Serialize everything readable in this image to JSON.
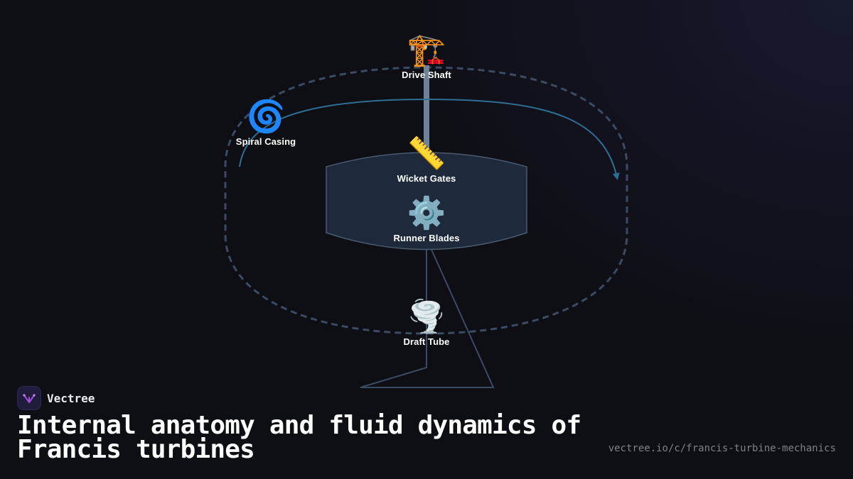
{
  "diagram": {
    "nodes": [
      {
        "id": "drive-shaft",
        "icon": "crane-icon",
        "glyph": "🏗️",
        "label": "Drive Shaft"
      },
      {
        "id": "spiral-casing",
        "icon": "cyclone-icon",
        "glyph": "🌀",
        "label": "Spiral Casing"
      },
      {
        "id": "wicket-gates",
        "icon": "ruler-icon",
        "glyph": "📏",
        "label": "Wicket Gates"
      },
      {
        "id": "runner-blades",
        "icon": "gear-icon",
        "glyph": "⚙️",
        "label": "Runner Blades"
      },
      {
        "id": "draft-tube",
        "icon": "tornado-icon",
        "glyph": "🌪️",
        "label": "Draft Tube"
      }
    ],
    "colors": {
      "dashed_outline": "#3a4b63",
      "runner_body": "#1e2a3b",
      "runner_stroke": "#4a5a70",
      "shaft": "#6f8298",
      "flow_arrow": "#2f6f96",
      "draft_lines": "#3a4b63"
    }
  },
  "brand": {
    "name": "Vectree",
    "logo_icon": "vectree-logo-icon",
    "logo_color": "#a34de0"
  },
  "title": "Internal anatomy and fluid dynamics of Francis turbines",
  "url": "vectree.io/c/francis-turbine-mechanics"
}
